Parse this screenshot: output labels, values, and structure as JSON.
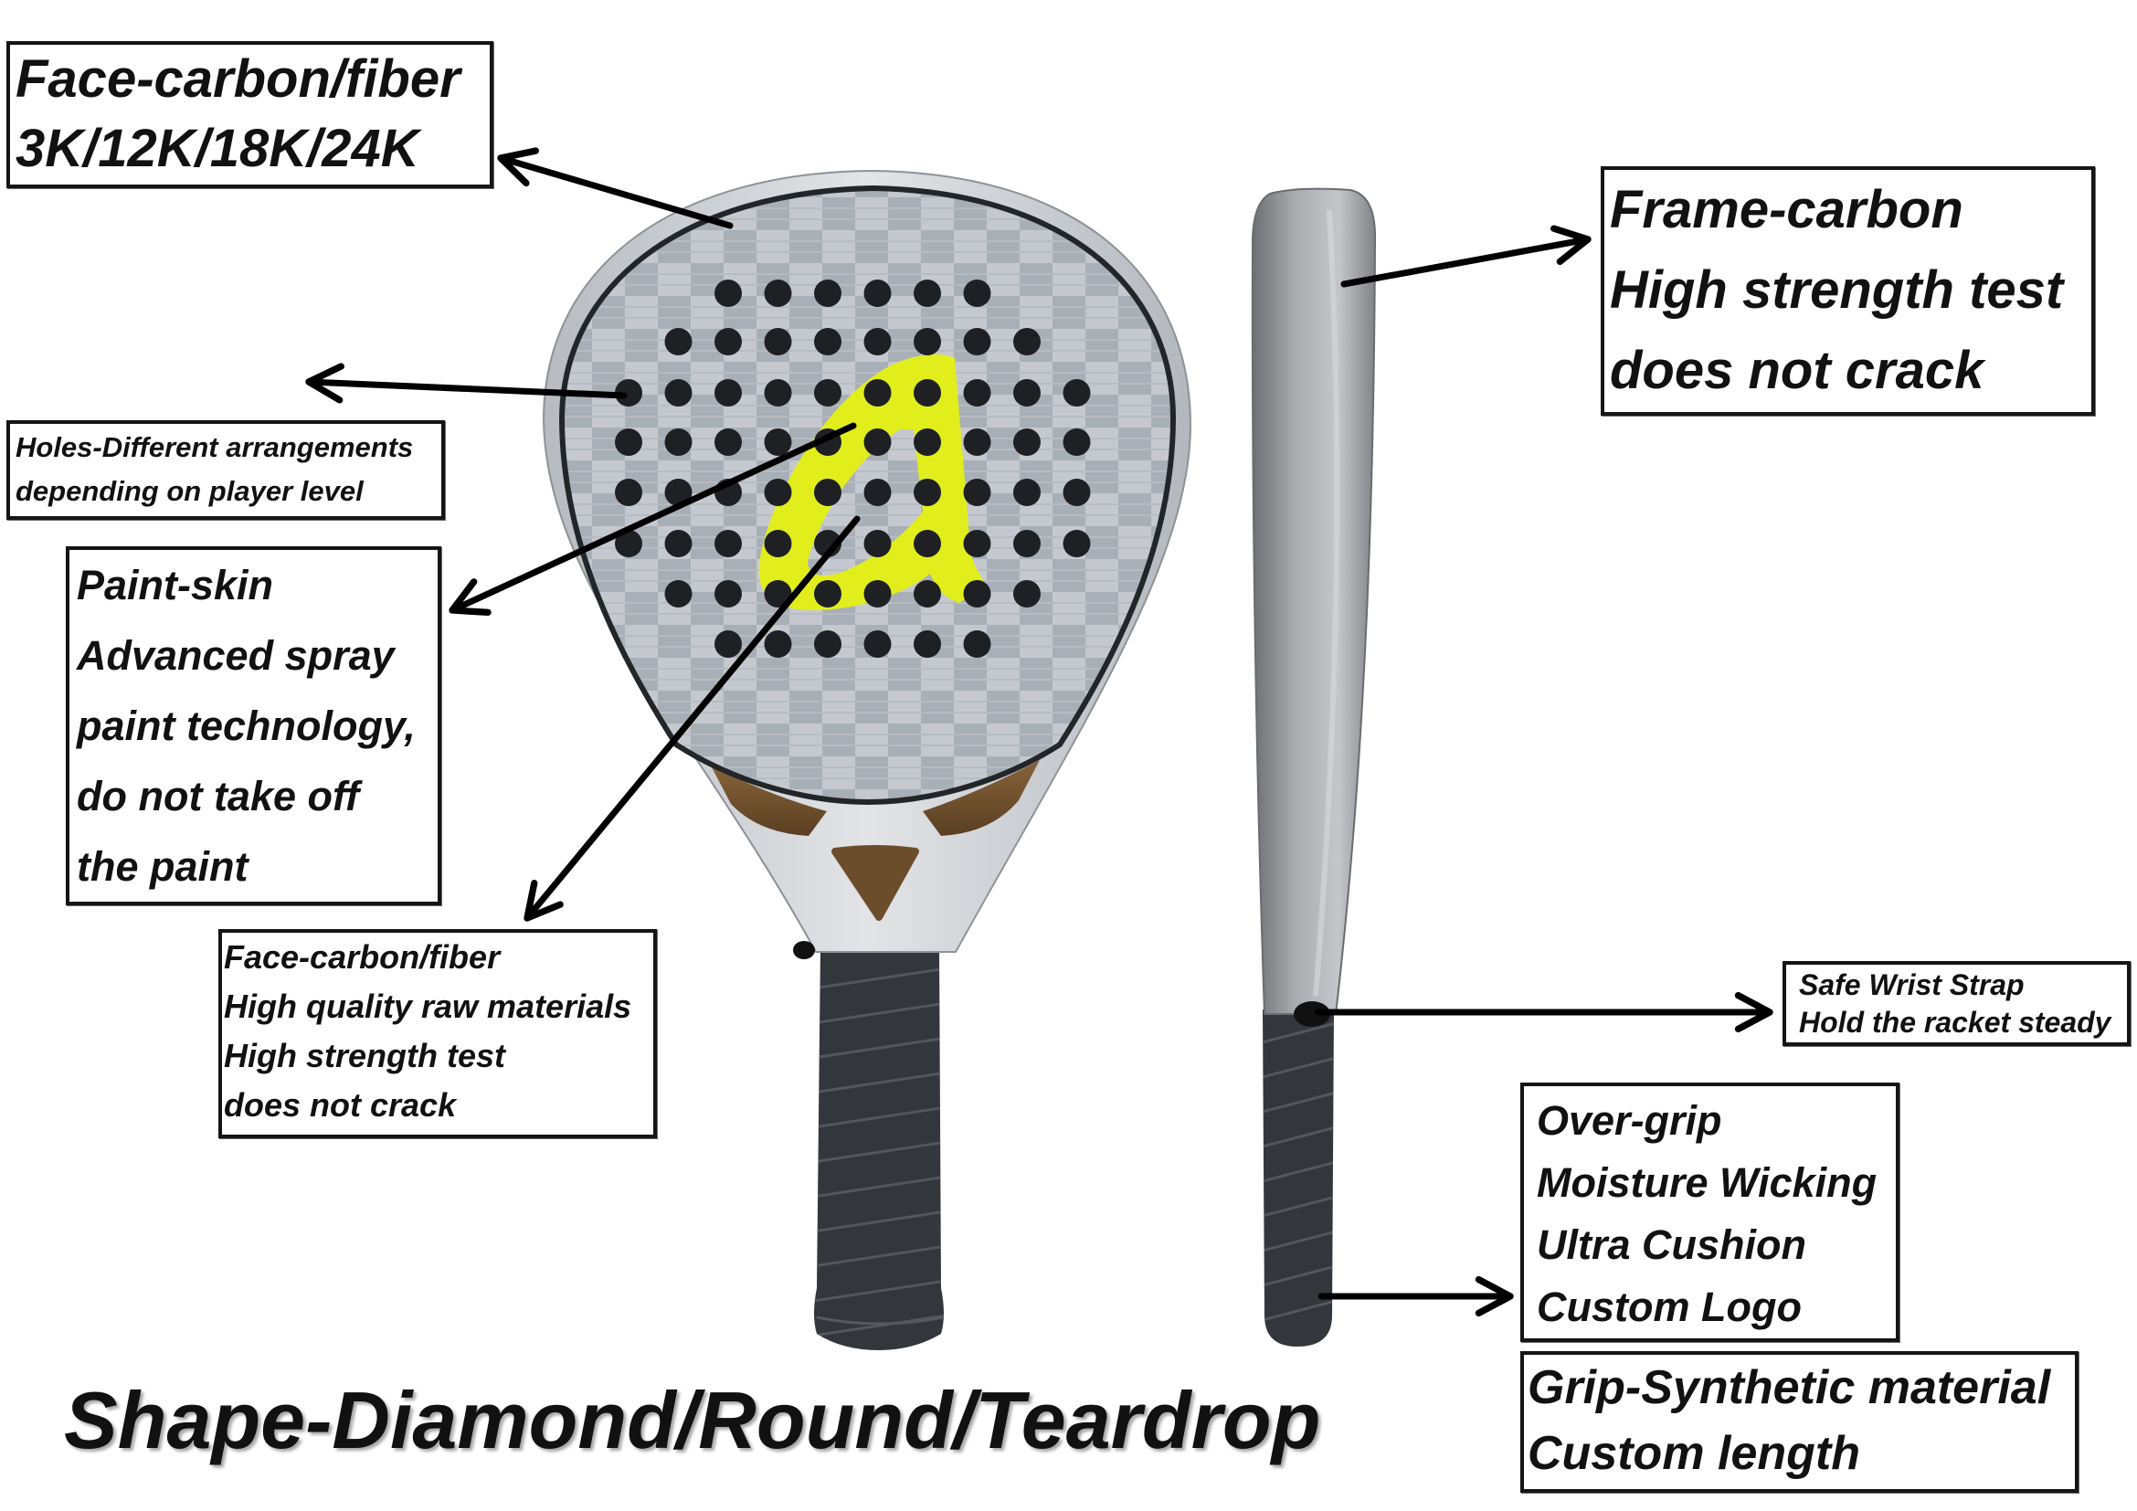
{
  "callouts": {
    "face_finish": [
      "Face-carbon/fiber",
      "3K/12K/18K/24K"
    ],
    "frame": [
      "Frame-carbon",
      "High strength test",
      "does not crack"
    ],
    "holes": [
      "Holes-Different arrangements",
      "depending on player level"
    ],
    "paint": [
      "Paint-skin",
      "Advanced spray",
      "paint technology,",
      "do not take off",
      "the paint"
    ],
    "face_material": [
      "Face-carbon/fiber",
      "High quality raw materials",
      "High strength test",
      "does not crack"
    ],
    "wrist_strap": [
      "Safe Wrist Strap",
      "Hold the racket steady"
    ],
    "overgrip": [
      "Over-grip",
      "Moisture Wicking",
      "Ultra Cushion",
      "Custom Logo"
    ],
    "grip": [
      "Grip-Synthetic material",
      "Custom length"
    ]
  },
  "caption": "Shape-Diamond/Round/Teardrop",
  "colors": {
    "logo_yellow": "#e2ee1c",
    "hole_dark": "#1e2024",
    "handle_dark": "#33363b",
    "throat_wood": "#6c4d2b",
    "strap_black": "#111111",
    "arrow_black": "#000000"
  }
}
